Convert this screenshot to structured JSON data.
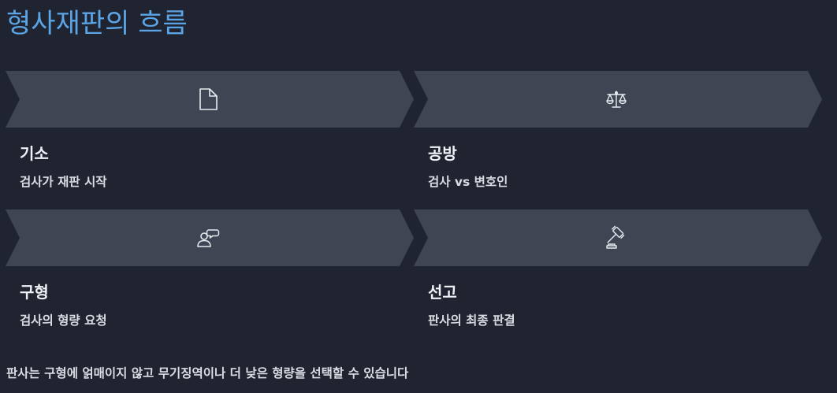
{
  "title": "형사재판의 흐름",
  "steps": [
    {
      "title": "기소",
      "description": "검사가 재판 시작",
      "icon": "document-icon"
    },
    {
      "title": "공방",
      "description": "검사 vs 변호인",
      "icon": "scales-icon"
    },
    {
      "title": "구형",
      "description": "검사의 형량 요청",
      "icon": "speech-person-icon"
    },
    {
      "title": "선고",
      "description": "판사의 최종 판결",
      "icon": "gavel-icon"
    }
  ],
  "footnote": "판사는 구형에 얽매이지 않고 무기징역이나 더 낮은 형량을 선택할 수 있습니다",
  "colors": {
    "background": "#1f2430",
    "chevron": "#3f4552",
    "title": "#5ba4e6",
    "icon_stroke": "#e8ebf0"
  }
}
